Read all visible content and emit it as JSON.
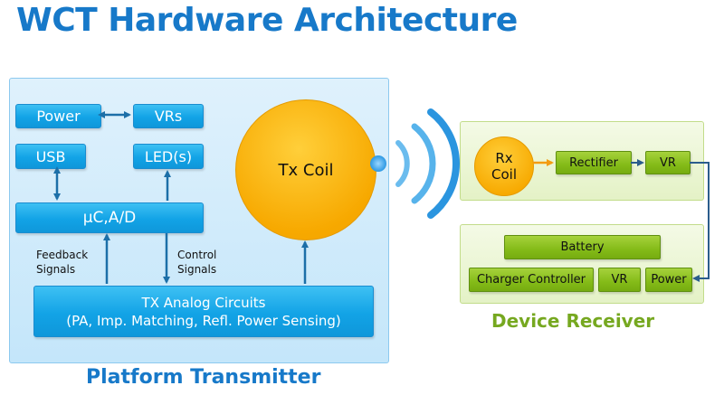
{
  "title": "WCT Hardware Architecture",
  "platform_transmitter": {
    "label": "Platform Transmitter",
    "blocks": {
      "power": "Power",
      "vrs": "VRs",
      "usb": "USB",
      "leds": "LED(s)",
      "microcontroller": "µC,A/D",
      "tx_analog_line1": "TX Analog Circuits",
      "tx_analog_line2": "(PA, Imp. Matching, Refl. Power Sensing)",
      "tx_coil": "Tx Coil"
    },
    "signals": {
      "feedback_line1": "Feedback",
      "feedback_line2": "Signals",
      "control_line1": "Control",
      "control_line2": "Signals"
    }
  },
  "device_receiver": {
    "label": "Device Receiver",
    "blocks": {
      "rx_coil_line1": "Rx",
      "rx_coil_line2": "Coil",
      "rectifier": "Rectifier",
      "vr_top": "VR",
      "battery": "Battery",
      "charger_controller": "Charger Controller",
      "vr_bottom": "VR",
      "power": "Power"
    }
  },
  "colors": {
    "title_blue": "#1779c9",
    "block_blue": "#12a3e6",
    "coil_orange": "#f7a900",
    "block_green": "#84bb18",
    "receiver_label_green": "#76a820",
    "arrow_dark_blue": "#1c6fa8",
    "arrow_orange": "#f39c12",
    "wave_blue": "#3aa6e8"
  }
}
